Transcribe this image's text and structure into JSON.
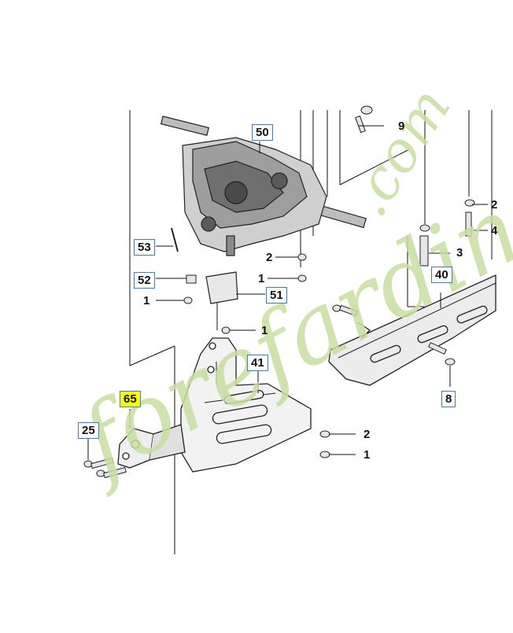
{
  "callouts": {
    "c50": "50",
    "c9": "9",
    "c2_right": "2",
    "c4_right": "4",
    "c3": "3",
    "c40": "40",
    "c53": "53",
    "c52": "52",
    "c1_left": "1",
    "c2_mid": "2",
    "c1_mid": "1",
    "c51": "51",
    "c1_center": "1",
    "c41": "41",
    "c8": "8",
    "c65": "65",
    "c25": "25",
    "c2_low": "2",
    "c1_low": "1"
  },
  "watermark": {
    "text_main": "forefardin",
    "text_domain": ".com",
    "color": "#c8dfa0"
  },
  "colors": {
    "callout_border": "#3a7fc4",
    "highlight": "#ffff00",
    "line": "#111111"
  }
}
